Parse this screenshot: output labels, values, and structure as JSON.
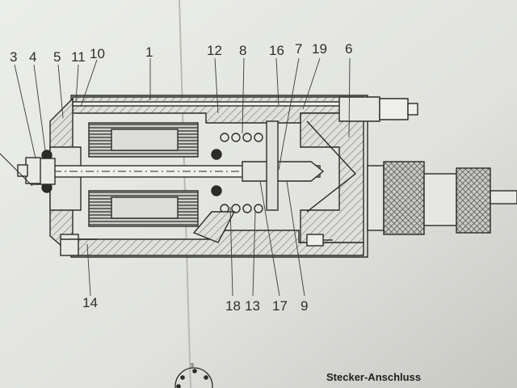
{
  "drawing": {
    "part_labels_top": [
      "3",
      "4",
      "5",
      "11",
      "10",
      "1",
      "12",
      "8",
      "16",
      "7",
      "19",
      "6"
    ],
    "part_labels_bottom": [
      "14",
      "18",
      "13",
      "17",
      "9"
    ],
    "connector_pin_label": "9"
  },
  "caption": "Stecker-Anschluss",
  "colors": {
    "paper": "#e6e7e2",
    "ink": "#2d2e2c",
    "hatch": "#8e8f8a"
  }
}
